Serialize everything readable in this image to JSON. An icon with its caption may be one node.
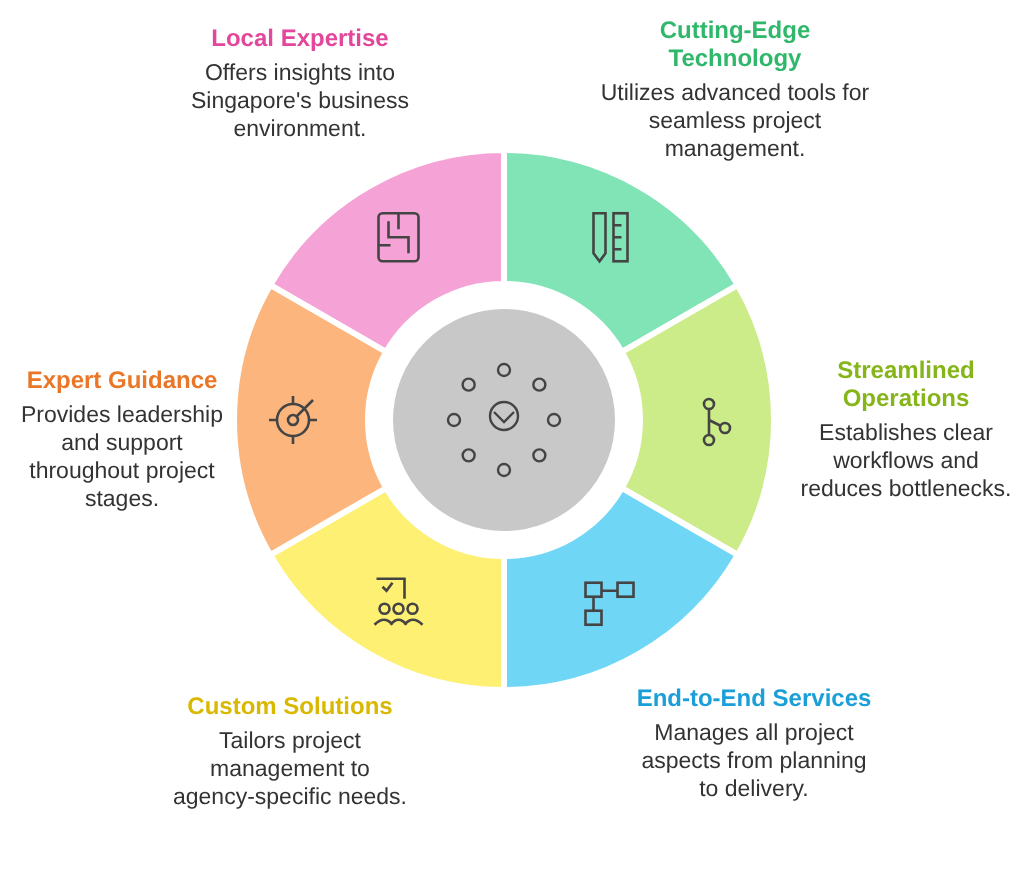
{
  "diagram": {
    "nodes": [
      {
        "text": [
          "Local Expertise",
          "Offers insights into Singapore's business environment."
        ]
      },
      {
        "text": [
          "Cutting-Edge Technology",
          "Utilizes advanced tools for seamless project management."
        ]
      },
      {
        "text": [
          "Streamlined Operations",
          "Establishes clear workflows and reduces bottlenecks."
        ]
      },
      {
        "text": [
          "End-to-End Services",
          "Manages all project aspects from planning to delivery."
        ]
      },
      {
        "text": [
          "Custom Solutions",
          "Tailors project management to agency-specific needs."
        ]
      },
      {
        "text": [
          "Expert Guidance",
          "Provides leadership and support throughout project stages."
        ]
      },
      {
        "text": [],
        "shape": "circle"
      }
    ],
    "edges": []
  }
}
